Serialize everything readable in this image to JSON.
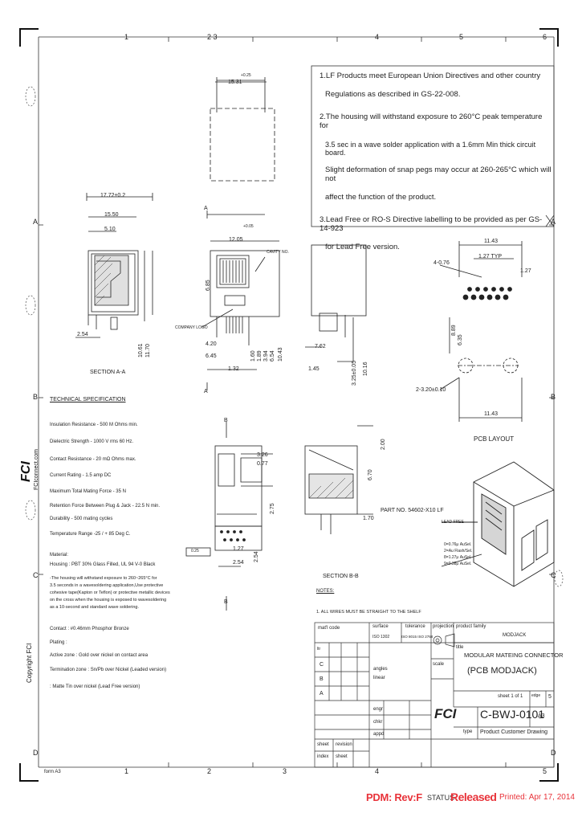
{
  "frame": {
    "columns": [
      "1",
      "2 3",
      "4",
      "5",
      "6"
    ],
    "columns_bottom": [
      "1",
      "2",
      "3",
      "4",
      "5"
    ],
    "rows": [
      "A",
      "B",
      "C",
      "D"
    ],
    "form_label": "form A3"
  },
  "notes": [
    "1.LF Products meet European Union Directives and other country",
    "Regulations as described in GS-22-008.",
    "2.The housing will withstand exposure to 260°C peak temperature for",
    "3.5 sec in a wave solder application with a 1.6mm Min thick circuit board.",
    "Slight deformation of snap pegs may occur at 260-265°C which will not",
    "affect the function of the product.",
    "3.Lead Free or RO-S Directive labelling to be provided as per GS-14-923",
    "for Lead Free version."
  ],
  "dims": {
    "top_dim": "15.31",
    "top_tol": "+0.25",
    "d1": "17.72±0.2",
    "d2": "15.50",
    "d3": "5.10",
    "d4": "2.54",
    "d5": "10.61",
    "d6": "11.70",
    "section_aa": "SECTION A-A",
    "a_marker": "A",
    "d7": "12.05",
    "d8": "6.85",
    "d9": "4.20",
    "d10": "6.45",
    "d11": "1.32",
    "cavity_no": "CAVITY NO.",
    "company_logo": "COMPANY LOGO",
    "d12": "1.60",
    "d13": "1.89",
    "d14": "3.94",
    "d15": "6.54",
    "d16": "10.43",
    "d17": "7.62",
    "d18": "1.45",
    "d19": "3.25±0.05",
    "d20": "10.16",
    "tol2": "+0.05",
    "d21": "11.43",
    "d22": "1.27 TYP",
    "d23": "4-0.76",
    "d24": "1.27",
    "d25": "8.89",
    "d26": "6.35",
    "d27": "2-3.20±0.10",
    "d28": "11.43",
    "pcb_layout": "PCB LAYOUT",
    "b_marker": "B",
    "d29": "3.26",
    "d30": "0.77",
    "d31": "2.75",
    "d32": "1.27",
    "d33": "2.54",
    "d34": "0.25",
    "d35": "2.00",
    "d36": "6.70",
    "d37": "1.70",
    "section_bb": "SECTION B-B",
    "part_no": "PART NO. 54602-X10 LF",
    "lead_free": "LEAD FREE",
    "opt1": "0=0.76μ AuSel.",
    "opt2": "2=Au Flash/Sel.",
    "opt3": "8=1.27μ AuSel.",
    "opt4": "9=0.38μ AuSel."
  },
  "spec": {
    "heading": "TECHNICAL SPECIFICATION",
    "rows": [
      "Insulation Resistance   -   500 M Ohms min.",
      "Dielectric Strength   -   1000 V rms  60 Hz.",
      "Contact Resistance   -   20 mΩ Ohms max.",
      "Current Rating   -   1.5 amp DC",
      "Maximum Total Mating Force   -   35 N",
      "Retention Force Between Plug & Jack   -   22.5 N min.",
      "Durability   -   500 mating cycles",
      "Temperature Range   -25 / + 85 Deg C."
    ],
    "material_heading": "Material:",
    "material": [
      "Housing : PBT 30% Glass Filled, UL 94 V-0 Black",
      "-The housing will withstand exposure to 260~265°C for",
      " 3.5 seconds in a wavesoldering application,Use protective",
      " cohesive tape(Kapton or Teflon) or protective metallic devices",
      " on the cross when the housing is exposed to wavesoldering",
      " as a 10-second and standard wave soldering."
    ],
    "contact": "Contact : #0.46mm Phosphor Bronze",
    "plating": "Plating :",
    "active": "Active zone : Gold over nickel on contact area",
    "termination": "Termination zone : Sn/Pb over Nickel (Leaded version)",
    "matte": "              : Matte Tin over nickel (Lead Free version)",
    "notes_label": "NOTES:",
    "note1": "1. ALL WIRES MUST BE STRAIGHT TO THE SHELF"
  },
  "sidebar": {
    "fci": "FCI",
    "url": "FCIconnect.com",
    "copyright": "Copyright  FCI"
  },
  "title_block": {
    "matl_code": "mat'l code",
    "surface": "surface",
    "tolerance": "tolerance",
    "projection": "projection",
    "product_family": "product family",
    "family": "MODJACK",
    "iso": "ISO 1302",
    "iso_tol": "ISO 8015 ISO 2768",
    "title_label": "title",
    "title1": "MODULAR MATEING CONNECTOR",
    "title2": "(PCB MODJACK)",
    "angles": "angles",
    "linear": "linear",
    "scale": "scale",
    "sheet": "sheet 1 of 1",
    "edge": "edge",
    "edge_val": "5",
    "doc_no": "C-BWJ-0101",
    "size": "A3",
    "type": "type",
    "type_val": "Product Customer Drawing",
    "engr": "engr",
    "chkr": "chkr",
    "appd": "appd",
    "sheet_col": "sheet",
    "index_col": "index",
    "revision_col": "revision",
    "sheet_val": "sheet",
    "ltr": "ltr",
    "revs": [
      "C",
      "B",
      "A"
    ],
    "fci_logo": "FCI"
  },
  "footer": {
    "pdm": "PDM: Rev:F",
    "status": "STATUS",
    "released": "Released",
    "printed": "Printed: Apr 17, 2014"
  }
}
